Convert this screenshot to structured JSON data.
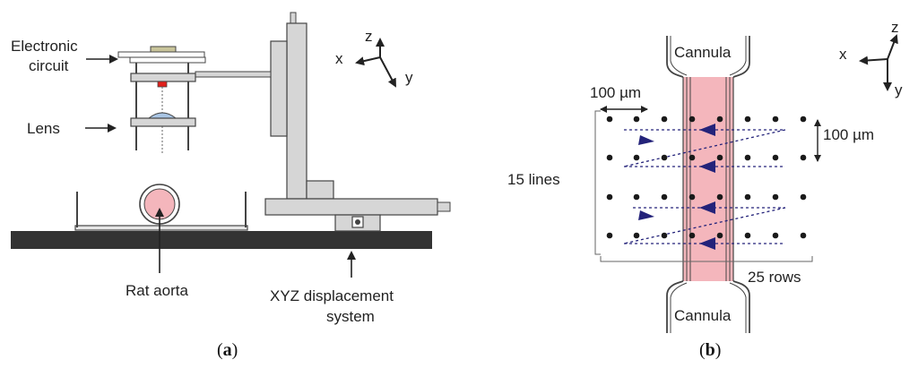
{
  "panel_a": {
    "caption_letter": "a",
    "labels": {
      "electronic_circuit_1": "Electronic",
      "electronic_circuit_2": "circuit",
      "lens": "Lens",
      "rat_aorta": "Rat aorta",
      "xyz_1": "XYZ displacement",
      "xyz_2": "system"
    },
    "axes": {
      "x": "x",
      "y": "y",
      "z": "z"
    }
  },
  "panel_b": {
    "caption_letter": "b",
    "labels": {
      "cannula_top": "Cannula",
      "cannula_bottom": "Cannula",
      "spacing_horizontal": "100 µm",
      "spacing_vertical": "100 µm",
      "lines": "15 lines",
      "rows": "25 rows"
    },
    "axes": {
      "x": "x",
      "y": "y",
      "z": "z"
    }
  },
  "colors": {
    "vessel_fill": "#f4b6bc",
    "arrow_blue": "#24237a",
    "dark": "#333333",
    "stage_gray": "#d6d6d6",
    "lens_blue": "#a9c5e4",
    "led_red": "#e0201b",
    "circuit_khaki": "#c8c49a"
  }
}
